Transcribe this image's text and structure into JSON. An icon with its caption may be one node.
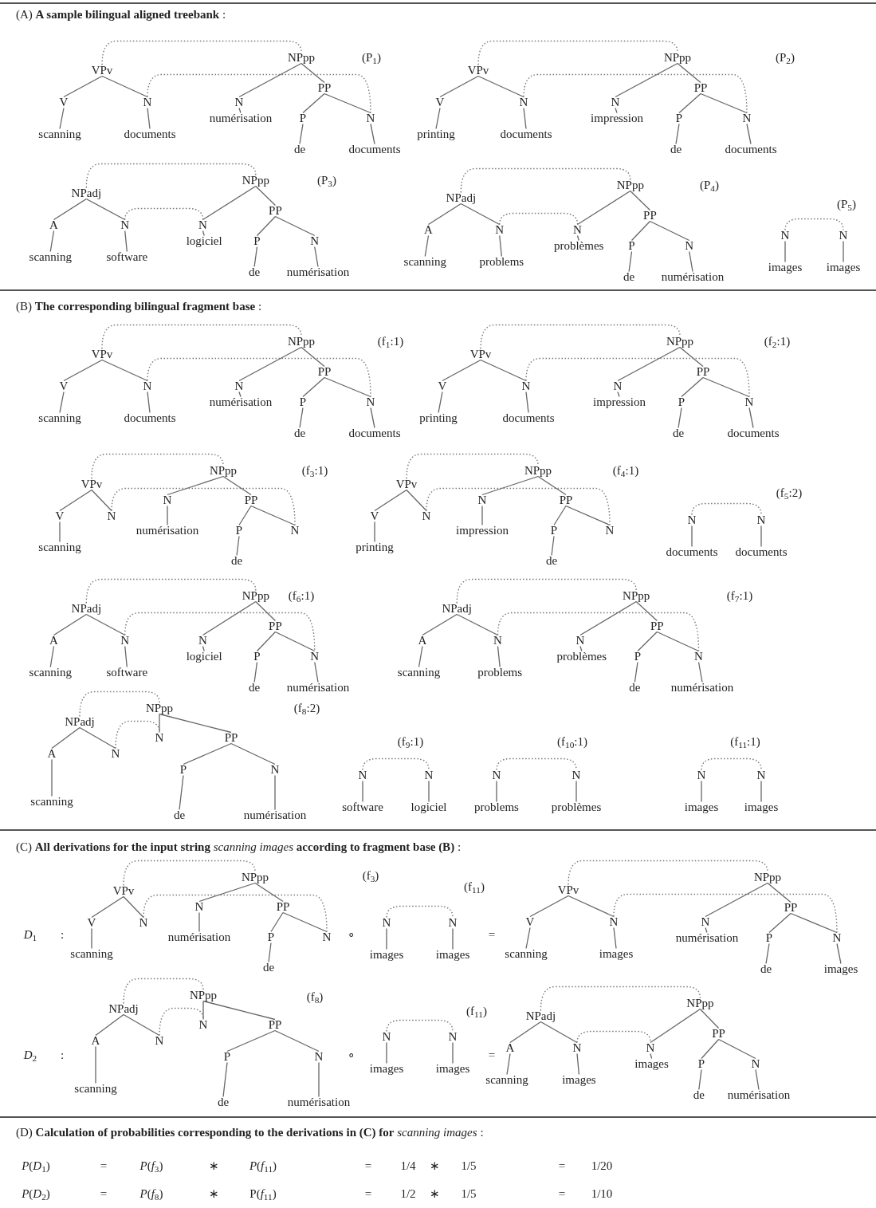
{
  "diagram": {
    "nodes": [
      {
        "text": [
          "VPv"
        ]
      },
      {
        "text": [
          "NPpp"
        ]
      },
      {
        "text": [
          "V"
        ]
      },
      {
        "text": [
          "N"
        ]
      },
      {
        "text": [
          "N"
        ]
      },
      {
        "text": [
          "PP"
        ]
      },
      {
        "text": [
          "scanning"
        ]
      },
      {
        "text": [
          "documents"
        ]
      },
      {
        "text": [
          "numérisation"
        ]
      },
      {
        "text": [
          "P"
        ]
      },
      {
        "text": [
          "N"
        ]
      },
      {
        "text": [
          "de"
        ]
      },
      {
        "text": [
          "documents"
        ]
      },
      {
        "text": [
          "VPv"
        ]
      },
      {
        "text": [
          "NPpp"
        ]
      },
      {
        "text": [
          "V"
        ]
      },
      {
        "text": [
          "N"
        ]
      },
      {
        "text": [
          "N"
        ]
      },
      {
        "text": [
          "PP"
        ]
      },
      {
        "text": [
          "printing"
        ]
      },
      {
        "text": [
          "documents"
        ]
      },
      {
        "text": [
          "impression"
        ]
      },
      {
        "text": [
          "P"
        ]
      },
      {
        "text": [
          "N"
        ]
      },
      {
        "text": [
          "de"
        ]
      },
      {
        "text": [
          "documents"
        ]
      },
      {
        "text": [
          "NPadj"
        ]
      },
      {
        "text": [
          "NPpp"
        ]
      },
      {
        "text": [
          "A"
        ]
      },
      {
        "text": [
          "N"
        ]
      },
      {
        "text": [
          "N"
        ]
      },
      {
        "text": [
          "PP"
        ]
      },
      {
        "text": [
          "scanning"
        ]
      },
      {
        "text": [
          "software"
        ]
      },
      {
        "text": [
          "logiciel"
        ]
      },
      {
        "text": [
          "P"
        ]
      },
      {
        "text": [
          "N"
        ]
      },
      {
        "text": [
          "de"
        ]
      },
      {
        "text": [
          "numérisation"
        ]
      },
      {
        "text": [
          "NPadj"
        ]
      },
      {
        "text": [
          "NPpp"
        ]
      },
      {
        "text": [
          "A"
        ]
      },
      {
        "text": [
          "N"
        ]
      },
      {
        "text": [
          "N"
        ]
      },
      {
        "text": [
          "PP"
        ]
      },
      {
        "text": [
          "scanning"
        ]
      },
      {
        "text": [
          "problems"
        ]
      },
      {
        "text": [
          "problèmes"
        ]
      },
      {
        "text": [
          "P"
        ]
      },
      {
        "text": [
          "N"
        ]
      },
      {
        "text": [
          "de"
        ]
      },
      {
        "text": [
          "numérisation"
        ]
      },
      {
        "text": [
          "N"
        ]
      },
      {
        "text": [
          "N"
        ]
      },
      {
        "text": [
          "images"
        ]
      },
      {
        "text": [
          "images"
        ]
      },
      {
        "text": [
          "VPv"
        ]
      },
      {
        "text": [
          "NPpp"
        ]
      },
      {
        "text": [
          "V"
        ]
      },
      {
        "text": [
          "N"
        ]
      },
      {
        "text": [
          "N"
        ]
      },
      {
        "text": [
          "PP"
        ]
      },
      {
        "text": [
          "scanning"
        ]
      },
      {
        "text": [
          "documents"
        ]
      },
      {
        "text": [
          "numérisation"
        ]
      },
      {
        "text": [
          "P"
        ]
      },
      {
        "text": [
          "N"
        ]
      },
      {
        "text": [
          "de"
        ]
      },
      {
        "text": [
          "documents"
        ]
      },
      {
        "text": [
          "VPv"
        ]
      },
      {
        "text": [
          "NPpp"
        ]
      },
      {
        "text": [
          "V"
        ]
      },
      {
        "text": [
          "N"
        ]
      },
      {
        "text": [
          "N"
        ]
      },
      {
        "text": [
          "PP"
        ]
      },
      {
        "text": [
          "printing"
        ]
      },
      {
        "text": [
          "documents"
        ]
      },
      {
        "text": [
          "impression"
        ]
      },
      {
        "text": [
          "P"
        ]
      },
      {
        "text": [
          "N"
        ]
      },
      {
        "text": [
          "de"
        ]
      },
      {
        "text": [
          "documents"
        ]
      },
      {
        "text": [
          "VPv"
        ]
      },
      {
        "text": [
          "NPpp"
        ]
      },
      {
        "text": [
          "V"
        ]
      },
      {
        "text": [
          "N"
        ]
      },
      {
        "text": [
          "N"
        ]
      },
      {
        "text": [
          "PP"
        ]
      },
      {
        "text": [
          "scanning"
        ]
      },
      {
        "text": [
          "numérisation"
        ]
      },
      {
        "text": [
          "P"
        ]
      },
      {
        "text": [
          "N"
        ]
      },
      {
        "text": [
          "de"
        ]
      },
      {
        "text": [
          "VPv"
        ]
      },
      {
        "text": [
          "NPpp"
        ]
      },
      {
        "text": [
          "V"
        ]
      },
      {
        "text": [
          "N"
        ]
      },
      {
        "text": [
          "N"
        ]
      },
      {
        "text": [
          "PP"
        ]
      },
      {
        "text": [
          "printing"
        ]
      },
      {
        "text": [
          "impression"
        ]
      },
      {
        "text": [
          "P"
        ]
      },
      {
        "text": [
          "N"
        ]
      },
      {
        "text": [
          "de"
        ]
      },
      {
        "text": [
          "N"
        ]
      },
      {
        "text": [
          "N"
        ]
      },
      {
        "text": [
          "documents"
        ]
      },
      {
        "text": [
          "documents"
        ]
      },
      {
        "text": [
          "NPadj"
        ]
      },
      {
        "text": [
          "NPpp"
        ]
      },
      {
        "text": [
          "A"
        ]
      },
      {
        "text": [
          "N"
        ]
      },
      {
        "text": [
          "N"
        ]
      },
      {
        "text": [
          "PP"
        ]
      },
      {
        "text": [
          "scanning"
        ]
      },
      {
        "text": [
          "software"
        ]
      },
      {
        "text": [
          "logiciel"
        ]
      },
      {
        "text": [
          "P"
        ]
      },
      {
        "text": [
          "N"
        ]
      },
      {
        "text": [
          "de"
        ]
      },
      {
        "text": [
          "numérisation"
        ]
      },
      {
        "text": [
          "NPadj"
        ]
      },
      {
        "text": [
          "NPpp"
        ]
      },
      {
        "text": [
          "A"
        ]
      },
      {
        "text": [
          "N"
        ]
      },
      {
        "text": [
          "N"
        ]
      },
      {
        "text": [
          "PP"
        ]
      },
      {
        "text": [
          "scanning"
        ]
      },
      {
        "text": [
          "problems"
        ]
      },
      {
        "text": [
          "problèmes"
        ]
      },
      {
        "text": [
          "P"
        ]
      },
      {
        "text": [
          "N"
        ]
      },
      {
        "text": [
          "de"
        ]
      },
      {
        "text": [
          "numérisation"
        ]
      },
      {
        "text": [
          "NPadj"
        ]
      },
      {
        "text": [
          "NPpp"
        ]
      },
      {
        "text": [
          "A"
        ]
      },
      {
        "text": [
          "N"
        ]
      },
      {
        "text": [
          "N"
        ]
      },
      {
        "text": [
          "PP"
        ]
      },
      {
        "text": [
          "scanning"
        ]
      },
      {
        "text": [
          "P"
        ]
      },
      {
        "text": [
          "N"
        ]
      },
      {
        "text": [
          "de"
        ]
      },
      {
        "text": [
          "numérisation"
        ]
      },
      {
        "text": [
          "N"
        ]
      },
      {
        "text": [
          "N"
        ]
      },
      {
        "text": [
          "software"
        ]
      },
      {
        "text": [
          "logiciel"
        ]
      },
      {
        "text": [
          "N"
        ]
      },
      {
        "text": [
          "N"
        ]
      },
      {
        "text": [
          "problems"
        ]
      },
      {
        "text": [
          "problèmes"
        ]
      },
      {
        "text": [
          "N"
        ]
      },
      {
        "text": [
          "N"
        ]
      },
      {
        "text": [
          "images"
        ]
      },
      {
        "text": [
          "images"
        ]
      },
      {
        "text": [
          "VPv"
        ]
      },
      {
        "text": [
          "NPpp"
        ]
      },
      {
        "text": [
          "V"
        ]
      },
      {
        "text": [
          "N"
        ]
      },
      {
        "text": [
          "N"
        ]
      },
      {
        "text": [
          "PP"
        ]
      },
      {
        "text": [
          "scanning"
        ]
      },
      {
        "text": [
          "numérisation"
        ]
      },
      {
        "text": [
          "P"
        ]
      },
      {
        "text": [
          "N"
        ]
      },
      {
        "text": [
          "de"
        ]
      },
      {
        "text": [
          "N"
        ]
      },
      {
        "text": [
          "N"
        ]
      },
      {
        "text": [
          "images"
        ]
      },
      {
        "text": [
          "images"
        ]
      },
      {
        "text": [
          "VPv"
        ]
      },
      {
        "text": [
          "NPpp"
        ]
      },
      {
        "text": [
          "V"
        ]
      },
      {
        "text": [
          "N"
        ]
      },
      {
        "text": [
          "N"
        ]
      },
      {
        "text": [
          "PP"
        ]
      },
      {
        "text": [
          "scanning"
        ]
      },
      {
        "text": [
          "images"
        ]
      },
      {
        "text": [
          "numérisation"
        ]
      },
      {
        "text": [
          "P"
        ]
      },
      {
        "text": [
          "N"
        ]
      },
      {
        "text": [
          "de"
        ]
      },
      {
        "text": [
          "images"
        ]
      },
      {
        "text": [
          "NPadj"
        ]
      },
      {
        "text": [
          "NPpp"
        ]
      },
      {
        "text": [
          "A"
        ]
      },
      {
        "text": [
          "N"
        ]
      },
      {
        "text": [
          "N"
        ]
      },
      {
        "text": [
          "PP"
        ]
      },
      {
        "text": [
          "scanning"
        ]
      },
      {
        "text": [
          "P"
        ]
      },
      {
        "text": [
          "N"
        ]
      },
      {
        "text": [
          "de"
        ]
      },
      {
        "text": [
          "numérisation"
        ]
      },
      {
        "text": [
          "N"
        ]
      },
      {
        "text": [
          "N"
        ]
      },
      {
        "text": [
          "images"
        ]
      },
      {
        "text": [
          "images"
        ]
      },
      {
        "text": [
          "NPadj"
        ]
      },
      {
        "text": [
          "NPpp"
        ]
      },
      {
        "text": [
          "A"
        ]
      },
      {
        "text": [
          "N"
        ]
      },
      {
        "text": [
          "N"
        ]
      },
      {
        "text": [
          "PP"
        ]
      },
      {
        "text": [
          "scanning"
        ]
      },
      {
        "text": [
          "images"
        ]
      },
      {
        "text": [
          "images"
        ]
      },
      {
        "text": [
          "P"
        ]
      },
      {
        "text": [
          "N"
        ]
      },
      {
        "text": [
          "de"
        ]
      },
      {
        "text": [
          "numérisation"
        ]
      }
    ],
    "edges": [
      {
        "from": 0,
        "to": 2,
        "arrow": "none"
      },
      {
        "from": 0,
        "to": 3,
        "arrow": "none"
      },
      {
        "from": 2,
        "to": 6,
        "arrow": "none"
      },
      {
        "from": 3,
        "to": 7,
        "arrow": "none"
      },
      {
        "from": 1,
        "to": 4,
        "arrow": "none"
      },
      {
        "from": 1,
        "to": 5,
        "arrow": "none"
      },
      {
        "from": 4,
        "to": 8,
        "arrow": "none"
      },
      {
        "from": 5,
        "to": 9,
        "arrow": "none"
      },
      {
        "from": 5,
        "to": 10,
        "arrow": "none"
      },
      {
        "from": 9,
        "to": 11,
        "arrow": "none"
      },
      {
        "from": 10,
        "to": 12,
        "arrow": "none"
      },
      {
        "from": 0,
        "to": 1,
        "arrow": "none",
        "style": "dashed"
      },
      {
        "from": 3,
        "to": 10,
        "arrow": "none",
        "style": "dashed"
      },
      {
        "from": 13,
        "to": 15,
        "arrow": "none"
      },
      {
        "from": 13,
        "to": 16,
        "arrow": "none"
      },
      {
        "from": 15,
        "to": 19,
        "arrow": "none"
      },
      {
        "from": 16,
        "to": 20,
        "arrow": "none"
      },
      {
        "from": 14,
        "to": 17,
        "arrow": "none"
      },
      {
        "from": 14,
        "to": 18,
        "arrow": "none"
      },
      {
        "from": 17,
        "to": 21,
        "arrow": "none"
      },
      {
        "from": 18,
        "to": 22,
        "arrow": "none"
      },
      {
        "from": 18,
        "to": 23,
        "arrow": "none"
      },
      {
        "from": 22,
        "to": 24,
        "arrow": "none"
      },
      {
        "from": 23,
        "to": 25,
        "arrow": "none"
      },
      {
        "from": 13,
        "to": 14,
        "arrow": "none",
        "style": "dashed"
      },
      {
        "from": 16,
        "to": 23,
        "arrow": "none",
        "style": "dashed"
      },
      {
        "from": 26,
        "to": 28,
        "arrow": "none"
      },
      {
        "from": 26,
        "to": 29,
        "arrow": "none"
      },
      {
        "from": 28,
        "to": 32,
        "arrow": "none"
      },
      {
        "from": 29,
        "to": 33,
        "arrow": "none"
      },
      {
        "from": 27,
        "to": 30,
        "arrow": "none"
      },
      {
        "from": 27,
        "to": 31,
        "arrow": "none"
      },
      {
        "from": 30,
        "to": 34,
        "arrow": "none"
      },
      {
        "from": 31,
        "to": 35,
        "arrow": "none"
      },
      {
        "from": 31,
        "to": 36,
        "arrow": "none"
      },
      {
        "from": 35,
        "to": 37,
        "arrow": "none"
      },
      {
        "from": 36,
        "to": 38,
        "arrow": "none"
      },
      {
        "from": 26,
        "to": 27,
        "arrow": "none",
        "style": "dashed"
      },
      {
        "from": 29,
        "to": 30,
        "arrow": "none",
        "style": "dashed"
      },
      {
        "from": 39,
        "to": 41,
        "arrow": "none"
      },
      {
        "from": 39,
        "to": 42,
        "arrow": "none"
      },
      {
        "from": 41,
        "to": 45,
        "arrow": "none"
      },
      {
        "from": 42,
        "to": 46,
        "arrow": "none"
      },
      {
        "from": 40,
        "to": 43,
        "arrow": "none"
      },
      {
        "from": 40,
        "to": 44,
        "arrow": "none"
      },
      {
        "from": 43,
        "to": 47,
        "arrow": "none"
      },
      {
        "from": 44,
        "to": 48,
        "arrow": "none"
      },
      {
        "from": 44,
        "to": 49,
        "arrow": "none"
      },
      {
        "from": 48,
        "to": 50,
        "arrow": "none"
      },
      {
        "from": 49,
        "to": 51,
        "arrow": "none"
      },
      {
        "from": 39,
        "to": 40,
        "arrow": "none",
        "style": "dashed"
      },
      {
        "from": 42,
        "to": 43,
        "arrow": "none",
        "style": "dashed"
      },
      {
        "from": 52,
        "to": 54,
        "arrow": "none"
      },
      {
        "from": 53,
        "to": 55,
        "arrow": "none"
      },
      {
        "from": 52,
        "to": 53,
        "arrow": "none",
        "style": "dashed"
      },
      {
        "from": 56,
        "to": 58,
        "arrow": "none"
      },
      {
        "from": 56,
        "to": 59,
        "arrow": "none"
      },
      {
        "from": 58,
        "to": 62,
        "arrow": "none"
      },
      {
        "from": 59,
        "to": 63,
        "arrow": "none"
      },
      {
        "from": 57,
        "to": 60,
        "arrow": "none"
      },
      {
        "from": 57,
        "to": 61,
        "arrow": "none"
      },
      {
        "from": 60,
        "to": 64,
        "arrow": "none"
      },
      {
        "from": 61,
        "to": 65,
        "arrow": "none"
      },
      {
        "from": 61,
        "to": 66,
        "arrow": "none"
      },
      {
        "from": 65,
        "to": 67,
        "arrow": "none"
      },
      {
        "from": 66,
        "to": 68,
        "arrow": "none"
      },
      {
        "from": 56,
        "to": 57,
        "arrow": "none",
        "style": "dashed"
      },
      {
        "from": 59,
        "to": 66,
        "arrow": "none",
        "style": "dashed"
      },
      {
        "from": 69,
        "to": 71,
        "arrow": "none"
      },
      {
        "from": 69,
        "to": 72,
        "arrow": "none"
      },
      {
        "from": 71,
        "to": 75,
        "arrow": "none"
      },
      {
        "from": 72,
        "to": 76,
        "arrow": "none"
      },
      {
        "from": 70,
        "to": 73,
        "arrow": "none"
      },
      {
        "from": 70,
        "to": 74,
        "arrow": "none"
      },
      {
        "from": 73,
        "to": 77,
        "arrow": "none"
      },
      {
        "from": 74,
        "to": 78,
        "arrow": "none"
      },
      {
        "from": 74,
        "to": 79,
        "arrow": "none"
      },
      {
        "from": 78,
        "to": 80,
        "arrow": "none"
      },
      {
        "from": 79,
        "to": 81,
        "arrow": "none"
      },
      {
        "from": 69,
        "to": 70,
        "arrow": "none",
        "style": "dashed"
      },
      {
        "from": 72,
        "to": 79,
        "arrow": "none",
        "style": "dashed"
      },
      {
        "from": 82,
        "to": 84,
        "arrow": "none"
      },
      {
        "from": 82,
        "to": 85,
        "arrow": "none"
      },
      {
        "from": 84,
        "to": 88,
        "arrow": "none"
      },
      {
        "from": 83,
        "to": 86,
        "arrow": "none"
      },
      {
        "from": 83,
        "to": 87,
        "arrow": "none"
      },
      {
        "from": 86,
        "to": 89,
        "arrow": "none"
      },
      {
        "from": 87,
        "to": 90,
        "arrow": "none"
      },
      {
        "from": 87,
        "to": 91,
        "arrow": "none"
      },
      {
        "from": 90,
        "to": 92,
        "arrow": "none"
      },
      {
        "from": 82,
        "to": 83,
        "arrow": "none",
        "style": "dashed"
      },
      {
        "from": 85,
        "to": 91,
        "arrow": "none",
        "style": "dashed"
      },
      {
        "from": 93,
        "to": 95,
        "arrow": "none"
      },
      {
        "from": 93,
        "to": 96,
        "arrow": "none"
      },
      {
        "from": 95,
        "to": 99,
        "arrow": "none"
      },
      {
        "from": 94,
        "to": 97,
        "arrow": "none"
      },
      {
        "from": 94,
        "to": 98,
        "arrow": "none"
      },
      {
        "from": 97,
        "to": 100,
        "arrow": "none"
      },
      {
        "from": 98,
        "to": 101,
        "arrow": "none"
      },
      {
        "from": 98,
        "to": 102,
        "arrow": "none"
      },
      {
        "from": 101,
        "to": 103,
        "arrow": "none"
      },
      {
        "from": 93,
        "to": 94,
        "arrow": "none",
        "style": "dashed"
      },
      {
        "from": 96,
        "to": 102,
        "arrow": "none",
        "style": "dashed"
      },
      {
        "from": 104,
        "to": 106,
        "arrow": "none"
      },
      {
        "from": 105,
        "to": 107,
        "arrow": "none"
      },
      {
        "from": 104,
        "to": 105,
        "arrow": "none",
        "style": "dashed"
      },
      {
        "from": 108,
        "to": 110,
        "arrow": "none"
      },
      {
        "from": 108,
        "to": 111,
        "arrow": "none"
      },
      {
        "from": 110,
        "to": 114,
        "arrow": "none"
      },
      {
        "from": 111,
        "to": 115,
        "arrow": "none"
      },
      {
        "from": 109,
        "to": 112,
        "arrow": "none"
      },
      {
        "from": 109,
        "to": 113,
        "arrow": "none"
      },
      {
        "from": 112,
        "to": 116,
        "arrow": "none"
      },
      {
        "from": 113,
        "to": 117,
        "arrow": "none"
      },
      {
        "from": 113,
        "to": 118,
        "arrow": "none"
      },
      {
        "from": 117,
        "to": 119,
        "arrow": "none"
      },
      {
        "from": 118,
        "to": 120,
        "arrow": "none"
      },
      {
        "from": 108,
        "to": 109,
        "arrow": "none",
        "style": "dashed"
      },
      {
        "from": 111,
        "to": 118,
        "arrow": "none",
        "style": "dashed"
      },
      {
        "from": 121,
        "to": 123,
        "arrow": "none"
      },
      {
        "from": 121,
        "to": 124,
        "arrow": "none"
      },
      {
        "from": 123,
        "to": 127,
        "arrow": "none"
      },
      {
        "from": 124,
        "to": 128,
        "arrow": "none"
      },
      {
        "from": 122,
        "to": 125,
        "arrow": "none"
      },
      {
        "from": 122,
        "to": 126,
        "arrow": "none"
      },
      {
        "from": 125,
        "to": 129,
        "arrow": "none"
      },
      {
        "from": 126,
        "to": 130,
        "arrow": "none"
      },
      {
        "from": 126,
        "to": 131,
        "arrow": "none"
      },
      {
        "from": 130,
        "to": 132,
        "arrow": "none"
      },
      {
        "from": 131,
        "to": 133,
        "arrow": "none"
      },
      {
        "from": 121,
        "to": 122,
        "arrow": "none",
        "style": "dashed"
      },
      {
        "from": 124,
        "to": 131,
        "arrow": "none",
        "style": "dashed"
      },
      {
        "from": 134,
        "to": 136,
        "arrow": "none"
      },
      {
        "from": 134,
        "to": 137,
        "arrow": "none"
      },
      {
        "from": 136,
        "to": 140,
        "arrow": "none"
      },
      {
        "from": 135,
        "to": 138,
        "arrow": "none"
      },
      {
        "from": 135,
        "to": 139,
        "arrow": "none"
      },
      {
        "from": 139,
        "to": 141,
        "arrow": "none"
      },
      {
        "from": 139,
        "to": 142,
        "arrow": "none"
      },
      {
        "from": 141,
        "to": 143,
        "arrow": "none"
      },
      {
        "from": 142,
        "to": 144,
        "arrow": "none"
      },
      {
        "from": 134,
        "to": 135,
        "arrow": "none",
        "style": "dashed"
      },
      {
        "from": 137,
        "to": 138,
        "arrow": "none",
        "style": "dashed"
      },
      {
        "from": 145,
        "to": 147,
        "arrow": "none"
      },
      {
        "from": 146,
        "to": 148,
        "arrow": "none"
      },
      {
        "from": 145,
        "to": 146,
        "arrow": "none",
        "style": "dashed"
      },
      {
        "from": 149,
        "to": 151,
        "arrow": "none"
      },
      {
        "from": 150,
        "to": 152,
        "arrow": "none"
      },
      {
        "from": 149,
        "to": 150,
        "arrow": "none",
        "style": "dashed"
      },
      {
        "from": 153,
        "to": 155,
        "arrow": "none"
      },
      {
        "from": 154,
        "to": 156,
        "arrow": "none"
      },
      {
        "from": 153,
        "to": 154,
        "arrow": "none",
        "style": "dashed"
      },
      {
        "from": 157,
        "to": 159,
        "arrow": "none"
      },
      {
        "from": 157,
        "to": 160,
        "arrow": "none"
      },
      {
        "from": 159,
        "to": 163,
        "arrow": "none"
      },
      {
        "from": 158,
        "to": 161,
        "arrow": "none"
      },
      {
        "from": 158,
        "to": 162,
        "arrow": "none"
      },
      {
        "from": 161,
        "to": 164,
        "arrow": "none"
      },
      {
        "from": 162,
        "to": 165,
        "arrow": "none"
      },
      {
        "from": 162,
        "to": 166,
        "arrow": "none"
      },
      {
        "from": 165,
        "to": 167,
        "arrow": "none"
      },
      {
        "from": 157,
        "to": 158,
        "arrow": "none",
        "style": "dashed"
      },
      {
        "from": 160,
        "to": 166,
        "arrow": "none",
        "style": "dashed"
      },
      {
        "from": 168,
        "to": 170,
        "arrow": "none"
      },
      {
        "from": 169,
        "to": 171,
        "arrow": "none"
      },
      {
        "from": 168,
        "to": 169,
        "arrow": "none",
        "style": "dashed"
      },
      {
        "from": 172,
        "to": 174,
        "arrow": "none"
      },
      {
        "from": 172,
        "to": 175,
        "arrow": "none"
      },
      {
        "from": 174,
        "to": 178,
        "arrow": "none"
      },
      {
        "from": 175,
        "to": 179,
        "arrow": "none"
      },
      {
        "from": 173,
        "to": 176,
        "arrow": "none"
      },
      {
        "from": 173,
        "to": 177,
        "arrow": "none"
      },
      {
        "from": 176,
        "to": 180,
        "arrow": "none"
      },
      {
        "from": 177,
        "to": 181,
        "arrow": "none"
      },
      {
        "from": 177,
        "to": 182,
        "arrow": "none"
      },
      {
        "from": 181,
        "to": 183,
        "arrow": "none"
      },
      {
        "from": 182,
        "to": 184,
        "arrow": "none"
      },
      {
        "from": 172,
        "to": 173,
        "arrow": "none",
        "style": "dashed"
      },
      {
        "from": 175,
        "to": 182,
        "arrow": "none",
        "style": "dashed"
      },
      {
        "from": 185,
        "to": 187,
        "arrow": "none"
      },
      {
        "from": 185,
        "to": 188,
        "arrow": "none"
      },
      {
        "from": 187,
        "to": 191,
        "arrow": "none"
      },
      {
        "from": 186,
        "to": 189,
        "arrow": "none"
      },
      {
        "from": 186,
        "to": 190,
        "arrow": "none"
      },
      {
        "from": 190,
        "to": 192,
        "arrow": "none"
      },
      {
        "from": 190,
        "to": 193,
        "arrow": "none"
      },
      {
        "from": 192,
        "to": 194,
        "arrow": "none"
      },
      {
        "from": 193,
        "to": 195,
        "arrow": "none"
      },
      {
        "from": 185,
        "to": 186,
        "arrow": "none",
        "style": "dashed"
      },
      {
        "from": 188,
        "to": 189,
        "arrow": "none",
        "style": "dashed"
      },
      {
        "from": 196,
        "to": 198,
        "arrow": "none"
      },
      {
        "from": 197,
        "to": 199,
        "arrow": "none"
      },
      {
        "from": 196,
        "to": 197,
        "arrow": "none",
        "style": "dashed"
      },
      {
        "from": 200,
        "to": 202,
        "arrow": "none"
      },
      {
        "from": 200,
        "to": 203,
        "arrow": "none"
      },
      {
        "from": 202,
        "to": 206,
        "arrow": "none"
      },
      {
        "from": 203,
        "to": 207,
        "arrow": "none"
      },
      {
        "from": 201,
        "to": 204,
        "arrow": "none"
      },
      {
        "from": 201,
        "to": 205,
        "arrow": "none"
      },
      {
        "from": 204,
        "to": 208,
        "arrow": "none"
      },
      {
        "from": 205,
        "to": 209,
        "arrow": "none"
      },
      {
        "from": 205,
        "to": 210,
        "arrow": "none"
      },
      {
        "from": 209,
        "to": 211,
        "arrow": "none"
      },
      {
        "from": 210,
        "to": 212,
        "arrow": "none"
      },
      {
        "from": 200,
        "to": 201,
        "arrow": "none",
        "style": "dashed"
      },
      {
        "from": 203,
        "to": 204,
        "arrow": "none",
        "style": "dashed"
      }
    ],
    "labels": [
      "(A) **A sample bilingual aligned treebank** :",
      "(P$_{1}$)",
      "(P$_{2}$)",
      "(P$_{3}$)",
      "(P$_{4}$)",
      "(P$_{5}$)",
      "(B) **The corresponding bilingual fragment base** :",
      "(f$_{1}$:1)",
      "(f$_{2}$:1)",
      "(f$_{3}$:1)",
      "(f$_{4}$:1)",
      "(f$_{5}$:2)",
      "(f$_{6}$:1)",
      "(f$_{7}$:1)",
      "(f$_{8}$:2)",
      "(f$_{9}$:1)",
      "(f$_{10}$:1)",
      "(f$_{11}$:1)",
      "(C) **All derivations for the input string** *scanning images* **according to fragment base (B)** :",
      "(f$_{3}$)",
      "(f$_{11}$)",
      "*D*$_{1}$",
      ":",
      "∘",
      "=",
      "(f$_{8}$)",
      "(f$_{11}$)",
      "*D*$_{2}$",
      ":",
      "∘",
      "=",
      "(D) **Calculation of probabilities corresponding to the derivations in (C) for** *scanning images* :",
      "*P*(*D*$_{1}$)",
      "=",
      "*P*(*f*$_{3}$)",
      "∗",
      "*P*(*f*$_{11}$)",
      "=",
      "1/4",
      "∗",
      "1/5",
      "=",
      "1/20",
      "*P*(*D*$_{2}$)",
      "=",
      "*P*(*f*$_{8}$)",
      "∗",
      "P(*f*$_{11}$)",
      "=",
      "1/2",
      "∗",
      "1/5",
      "=",
      "1/10"
    ]
  }
}
